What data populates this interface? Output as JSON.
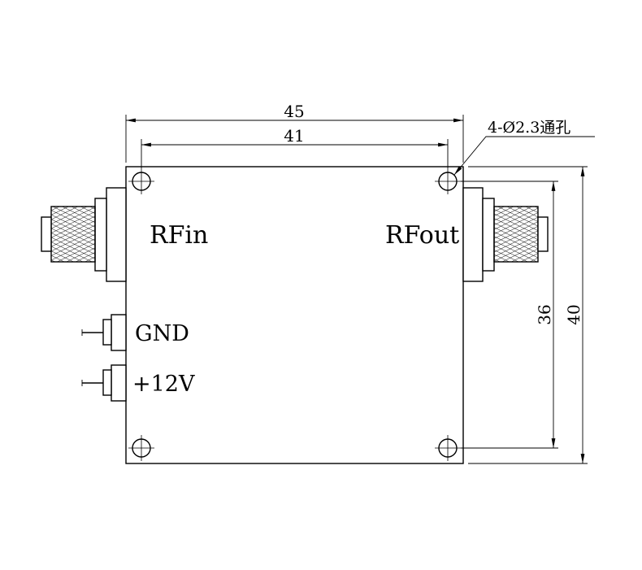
{
  "drawing": {
    "labels": {
      "rf_in": "RFin",
      "rf_out": "RFout",
      "gnd": "GND",
      "power": "+12V"
    },
    "dimensions": {
      "width_outer": "45",
      "width_hole_spacing": "41",
      "height_hole_spacing": "36",
      "height_outer": "40",
      "hole_callout": "4-Ø2.3通孔"
    },
    "colors": {
      "line": "#000000",
      "background": "#ffffff"
    }
  }
}
